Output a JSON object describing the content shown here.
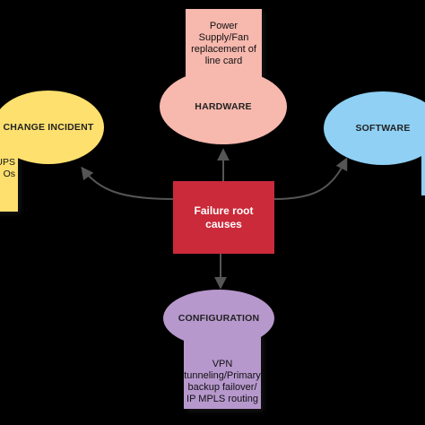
{
  "colors": {
    "background": "#000000",
    "center": "#cb2a3a",
    "hardware": "#f7b8ae",
    "change": "#fde06e",
    "software": "#8fd0f4",
    "configuration": "#b798cd",
    "connector": "#555555"
  },
  "center": {
    "label": "Failure root causes"
  },
  "nodes": {
    "change": {
      "label": "CHANGE INCIDENT",
      "note_lines": [
        "UPS",
        "Os"
      ]
    },
    "hardware": {
      "label": "HARDWARE",
      "note": "Power Supply/Fan replacement of line card"
    },
    "software": {
      "label": "SOFTWARE"
    },
    "configuration": {
      "label": "CONFIGURATION",
      "note": "VPN tunneling/Primary backup failover/ IP MPLS routing"
    }
  }
}
